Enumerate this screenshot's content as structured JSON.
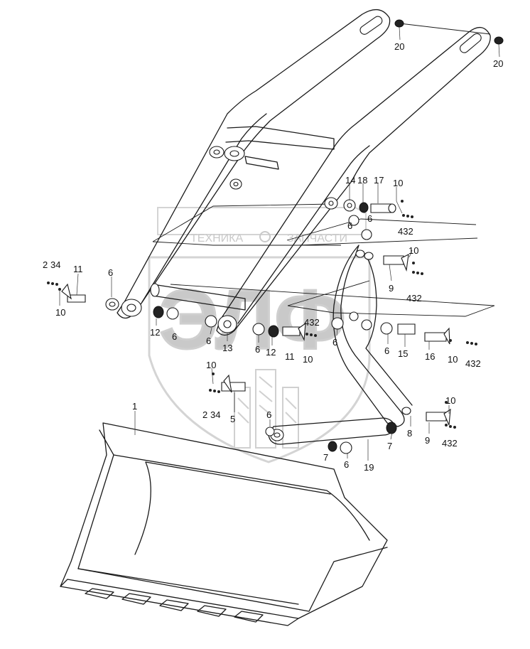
{
  "watermark": {
    "line1_left": "ТЕХНИКА",
    "line1_right": "ЗАПЧАСТИ",
    "logo_text": "ЭЛФ",
    "color": "#c9c9c9"
  },
  "colors": {
    "line": "#1a1a1a",
    "background": "#ffffff"
  },
  "callouts": [
    {
      "id": "c20a",
      "text": "20"
    },
    {
      "id": "c20b",
      "text": "20"
    },
    {
      "id": "c14",
      "text": "14"
    },
    {
      "id": "c18",
      "text": "18"
    },
    {
      "id": "c17",
      "text": "17"
    },
    {
      "id": "c10a",
      "text": "10"
    },
    {
      "id": "c6a",
      "text": "6"
    },
    {
      "id": "c6b",
      "text": "6"
    },
    {
      "id": "c432a",
      "text": "432"
    },
    {
      "id": "c10b",
      "text": "10"
    },
    {
      "id": "c9a",
      "text": "9"
    },
    {
      "id": "c432b",
      "text": "432"
    },
    {
      "id": "c2a",
      "text": "2"
    },
    {
      "id": "c34a",
      "text": "34"
    },
    {
      "id": "c11a",
      "text": "11"
    },
    {
      "id": "c10c",
      "text": "10"
    },
    {
      "id": "c6c",
      "text": "6"
    },
    {
      "id": "c12a",
      "text": "12"
    },
    {
      "id": "c6d",
      "text": "6"
    },
    {
      "id": "c6e",
      "text": "6"
    },
    {
      "id": "c13",
      "text": "13"
    },
    {
      "id": "c6f",
      "text": "6"
    },
    {
      "id": "c12b",
      "text": "12"
    },
    {
      "id": "c11b",
      "text": "11"
    },
    {
      "id": "c10d",
      "text": "10"
    },
    {
      "id": "c432c",
      "text": "432"
    },
    {
      "id": "c6g",
      "text": "6"
    },
    {
      "id": "c6h",
      "text": "6"
    },
    {
      "id": "c15",
      "text": "15"
    },
    {
      "id": "c16",
      "text": "16"
    },
    {
      "id": "c10e",
      "text": "10"
    },
    {
      "id": "c432d",
      "text": "432"
    },
    {
      "id": "c10f",
      "text": "10"
    },
    {
      "id": "c2b",
      "text": "2"
    },
    {
      "id": "c34b",
      "text": "34"
    },
    {
      "id": "c5",
      "text": "5"
    },
    {
      "id": "c6i",
      "text": "6"
    },
    {
      "id": "c1",
      "text": "1"
    },
    {
      "id": "c7",
      "text": "7"
    },
    {
      "id": "c8",
      "text": "8"
    },
    {
      "id": "c9b",
      "text": "9"
    },
    {
      "id": "c10g",
      "text": "10"
    },
    {
      "id": "c432e",
      "text": "432"
    },
    {
      "id": "c7b",
      "text": "7"
    },
    {
      "id": "c6j",
      "text": "6"
    },
    {
      "id": "c19",
      "text": "19"
    }
  ]
}
